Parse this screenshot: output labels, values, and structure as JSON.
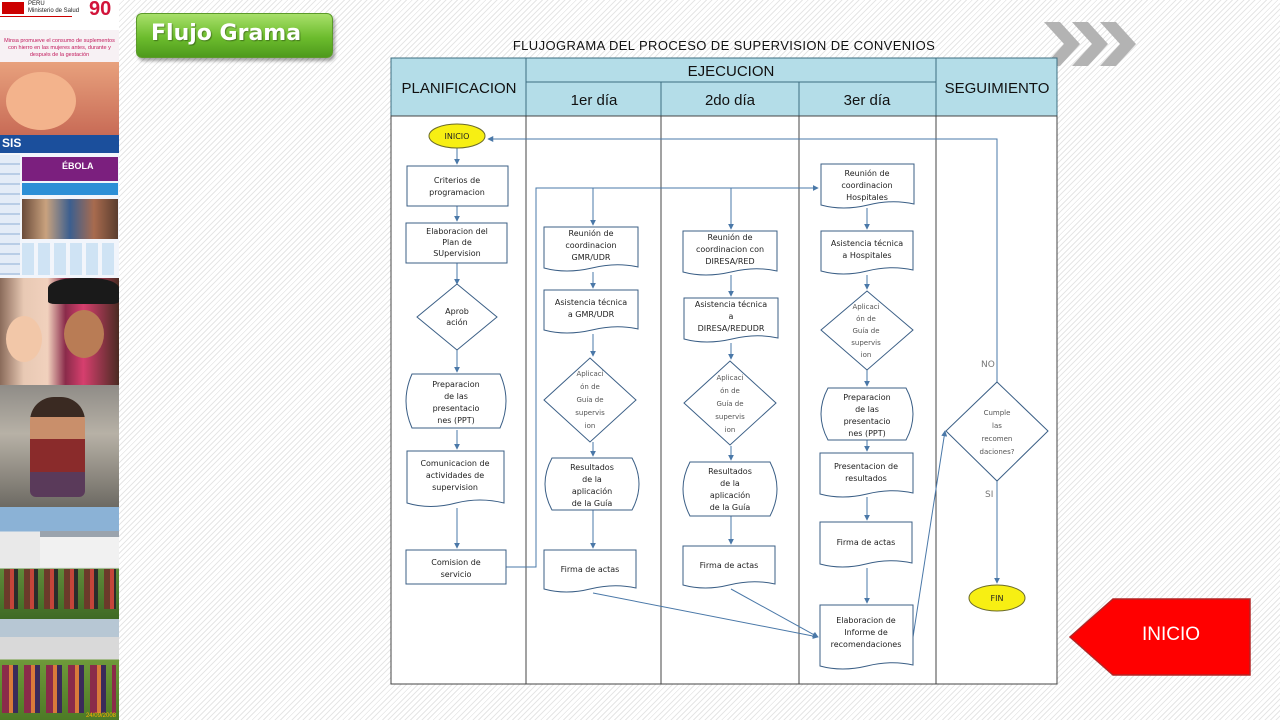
{
  "slide_title": "Flujo Grama",
  "inicio_button": "INICIO",
  "colors": {
    "title_green": "#6cbc2d",
    "inicio_red": "#ff0000",
    "header_blue": "#b4dde8",
    "oval_yellow": "#f7ef13",
    "chevron_gray": "#b3b3b3"
  },
  "left_strip": {
    "ministry": "Ministerio de Salud",
    "country": "PERÚ",
    "anniversary": "90",
    "promo_text": "Minsa promueve el consumo de suplementos con hierro en las mujeres antes, durante y después de la gestación",
    "sis": "SIS",
    "ebola": "ÉBOLA",
    "photo_date": "24/09/2008"
  },
  "flowchart": {
    "title": "FLUJOGRAMA DEL PROCESO DE SUPERVISION DE CONVENIOS",
    "headers": {
      "planificacion": "PLANIFICACION",
      "ejecucion": "EJECUCION",
      "dia1": "1er día",
      "dia2": "2do día",
      "dia3": "3er día",
      "seguimiento": "SEGUIMIENTO"
    },
    "nodes": {
      "inicio": "INICIO",
      "criterios": [
        "Criterios de",
        "programacion"
      ],
      "elaboracion_plan": [
        "Elaboracion del",
        "Plan de",
        "SUpervision"
      ],
      "aprobacion": [
        "Aprob",
        "ación"
      ],
      "preparacion_ppt_1": [
        "Preparacion",
        "de las",
        "presentacio",
        "nes (PPT)"
      ],
      "comunicacion": [
        "Comunicacion de",
        "actividades de",
        "supervision"
      ],
      "comision": [
        "Comision de",
        "servicio"
      ],
      "reunion_gmr": [
        "Reunión de",
        "coordinacion",
        "GMR/UDR"
      ],
      "asistencia_gmr": [
        "Asistencia técnica",
        "a GMR/UDR"
      ],
      "aplicacion_1": [
        "Aplicaci",
        "ón de",
        "Guía de",
        "supervis",
        "ion"
      ],
      "resultados_1": [
        "Resultados",
        "de la",
        "aplicación",
        "de la Guía"
      ],
      "firma_1": [
        "Firma de actas"
      ],
      "reunion_diresa": [
        "Reunión de",
        "coordinacion con",
        "DIRESA/RED"
      ],
      "asistencia_diresa": [
        "Asistencia técnica",
        "a",
        "DIRESA/REDUDR"
      ],
      "aplicacion_2": [
        "Aplicaci",
        "ón de",
        "Guía de",
        "supervis",
        "ion"
      ],
      "resultados_2": [
        "Resultados",
        "de la",
        "aplicación",
        "de la Guía"
      ],
      "firma_2": [
        "Firma de actas"
      ],
      "reunion_hosp": [
        "Reunión de",
        "coordinacion",
        "Hospitales"
      ],
      "asistencia_hosp": [
        "Asistencia técnica",
        "a Hospitales"
      ],
      "aplicacion_3": [
        "Aplicaci",
        "ón de",
        "Guía de",
        "supervis",
        "ion"
      ],
      "preparacion_ppt_2": [
        "Preparacion",
        "de las",
        "presentacio",
        "nes (PPT)"
      ],
      "presentacion": [
        "Presentacion de",
        "resultados"
      ],
      "firma_3": [
        "Firma de actas"
      ],
      "informe": [
        "Elaboracion de",
        "Informe de",
        "recomendaciones"
      ],
      "cumple": [
        "Cumple",
        "las",
        "recomen",
        "daciones?"
      ],
      "fin": "FIN"
    },
    "branch_labels": {
      "no": "NO",
      "si": "SI"
    }
  }
}
